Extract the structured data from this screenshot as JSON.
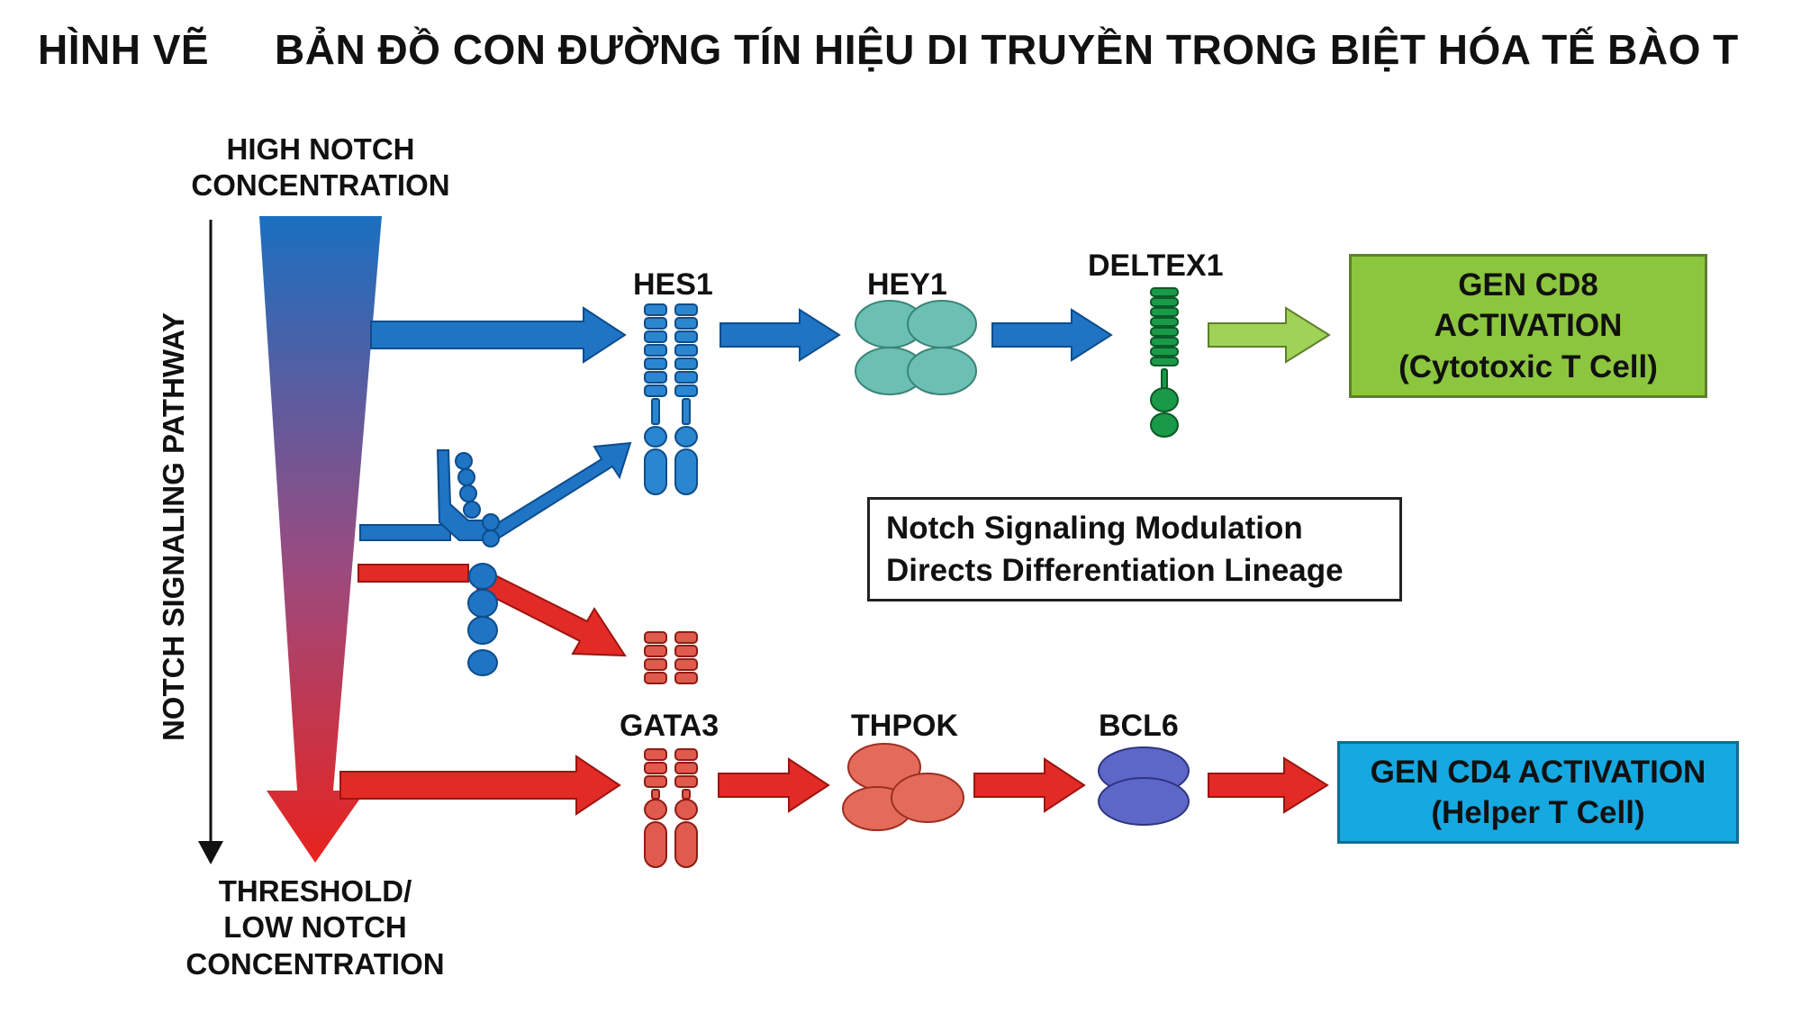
{
  "title": {
    "label": "HÌNH VẼ",
    "text": "BẢN ĐỒ CON ĐƯỜNG TÍN HIỆU DI TRUYỀN TRONG BIỆT HÓA TẾ BÀO T"
  },
  "gradient": {
    "top_label_line1": "HIGH NOTCH",
    "top_label_line2": "CONCENTRATION",
    "bottom_label_line1": "THRESHOLD/",
    "bottom_label_line2": "LOW NOTCH",
    "bottom_label_line3": "CONCENTRATION",
    "axis_label": "NOTCH SIGNALING PATHWAY",
    "color_high": "#1a6fc0",
    "color_low": "#e8231e"
  },
  "nodes": {
    "hes1": "HES1",
    "hey1": "HEY1",
    "deltex1": "DELTEX1",
    "gata3": "GATA3",
    "thpok": "THPOK",
    "bcl6": "BCL6"
  },
  "outcomes": {
    "cd8_line1": "GEN CD8",
    "cd8_line2": "ACTIVATION",
    "cd8_line3": "(Cytotoxic T Cell)",
    "cd4_line1": "GEN CD4 ACTIVATION",
    "cd4_line2": "(Helper T Cell)"
  },
  "note": {
    "line1": "Notch Signaling Modulation",
    "line2": "Directs Differentiation Lineage"
  },
  "colors": {
    "blue": "#1f74c4",
    "red": "#e22b26",
    "teal": "#6cc0b3",
    "green": "#1a9a48",
    "light_green_arrow": "#8cc63f",
    "salmon": "#e46a5a",
    "purple": "#5d67c8",
    "cd8_box": "#8cc63f",
    "cd4_box": "#16a8e0"
  }
}
